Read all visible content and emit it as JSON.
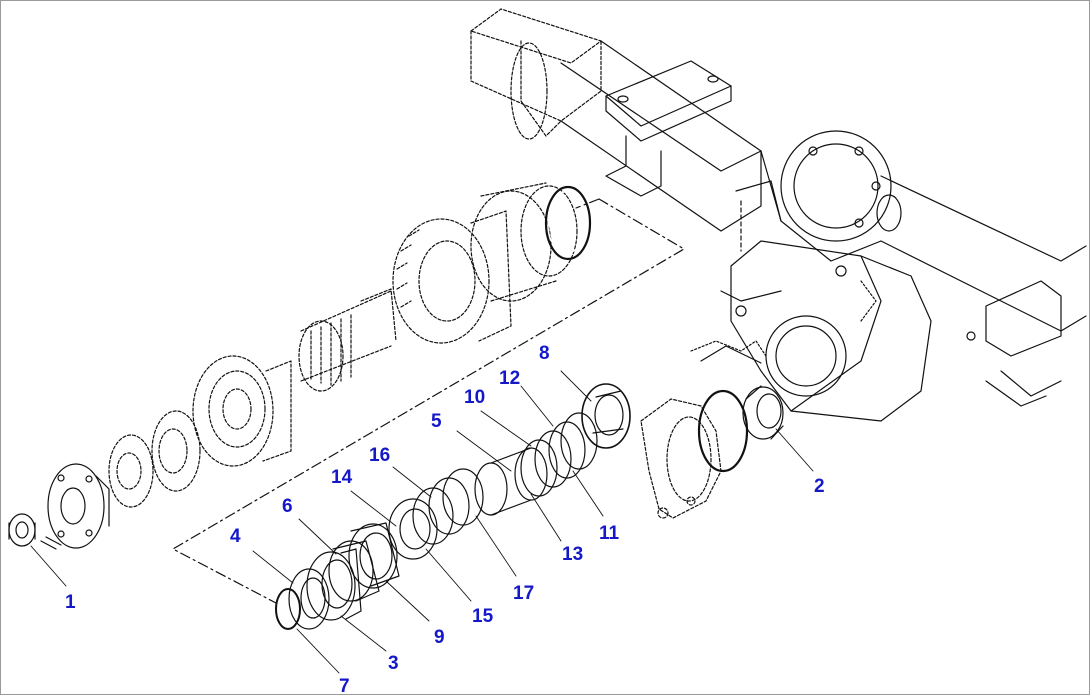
{
  "diagram": {
    "ink_color": "#111111",
    "label_color": "#1418c8",
    "parts": [
      {
        "id": "part-1",
        "label": "1"
      },
      {
        "id": "part-2",
        "label": "2"
      },
      {
        "id": "part-3",
        "label": "3"
      },
      {
        "id": "part-4",
        "label": "4"
      },
      {
        "id": "part-5",
        "label": "5"
      },
      {
        "id": "part-6",
        "label": "6"
      },
      {
        "id": "part-7",
        "label": "7"
      },
      {
        "id": "part-8",
        "label": "8"
      },
      {
        "id": "part-9",
        "label": "9"
      },
      {
        "id": "part-10",
        "label": "10"
      },
      {
        "id": "part-11",
        "label": "11"
      },
      {
        "id": "part-12",
        "label": "12"
      },
      {
        "id": "part-13",
        "label": "13"
      },
      {
        "id": "part-14",
        "label": "14"
      },
      {
        "id": "part-15",
        "label": "15"
      },
      {
        "id": "part-16",
        "label": "16"
      },
      {
        "id": "part-17",
        "label": "17"
      }
    ]
  }
}
